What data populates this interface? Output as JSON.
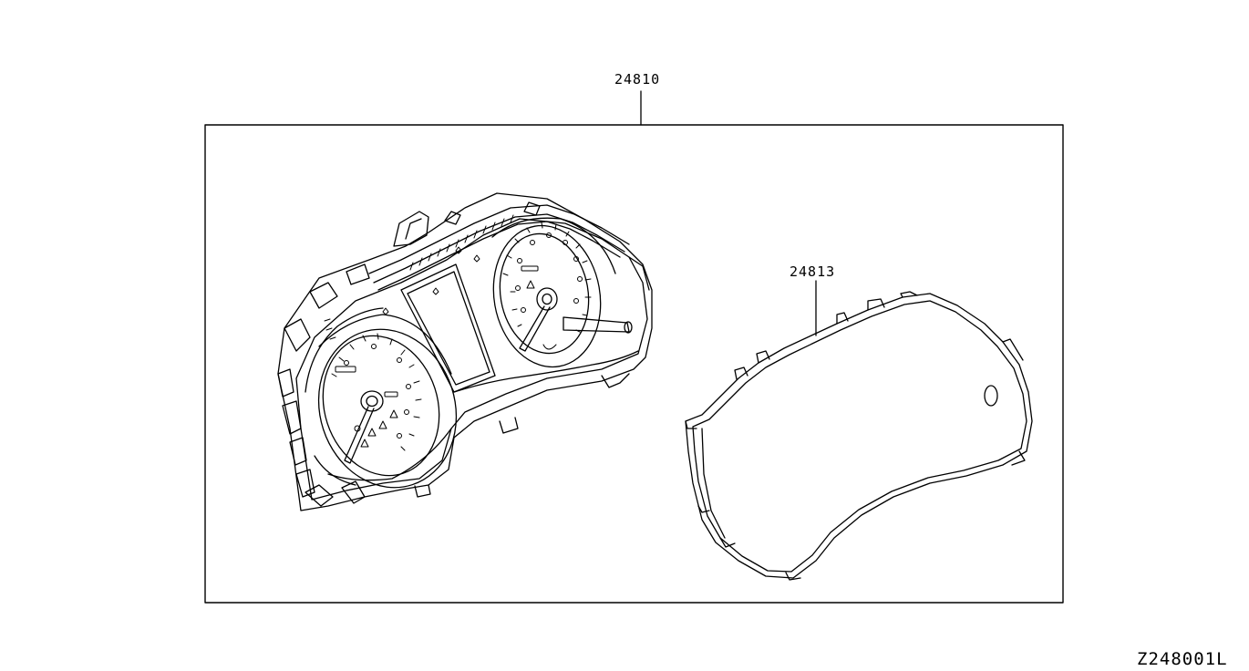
{
  "diagram": {
    "main_part_number": "24810",
    "lens_part_number": "24813",
    "diagram_code": "Z248001L"
  }
}
